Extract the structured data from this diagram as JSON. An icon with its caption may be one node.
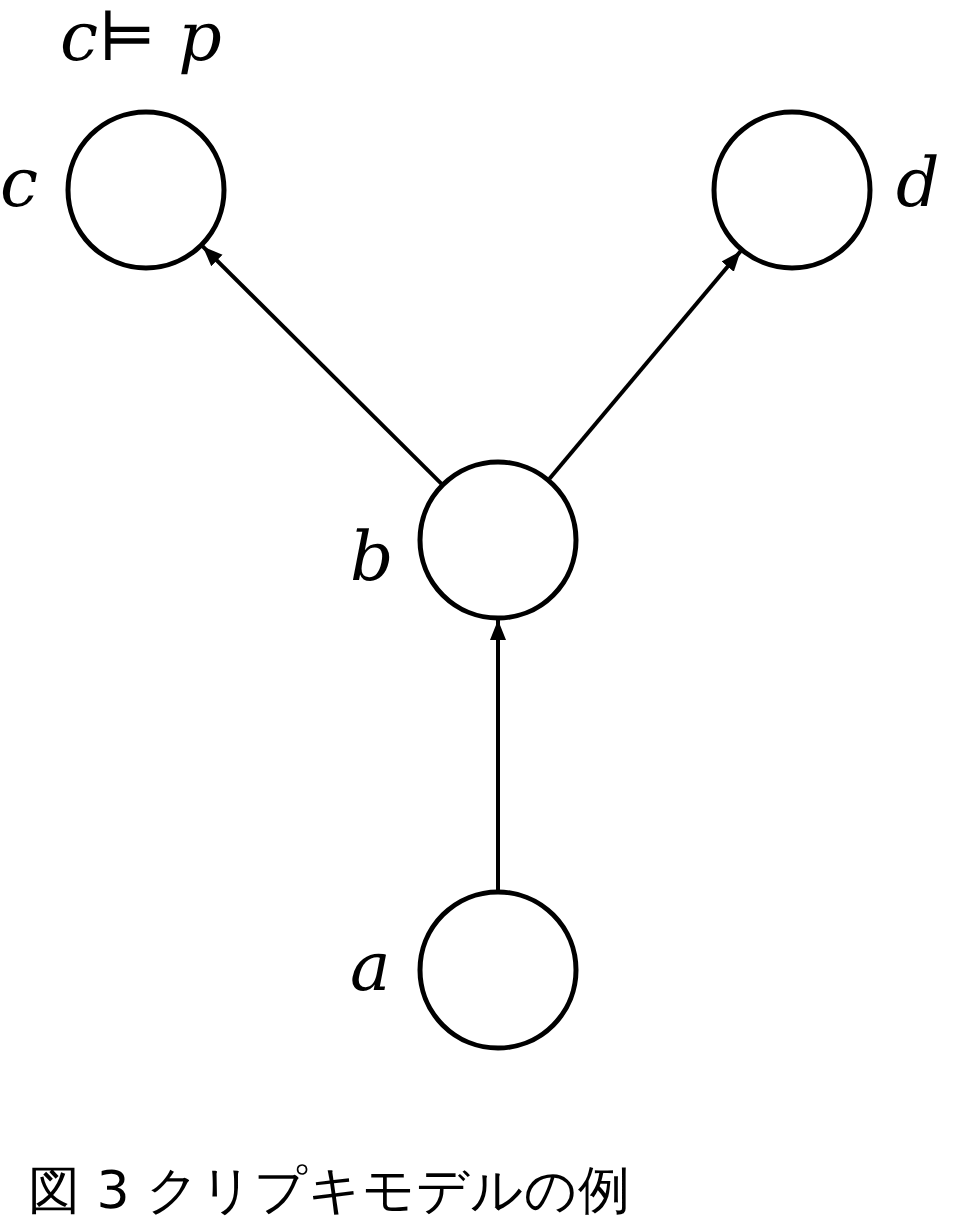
{
  "diagram": {
    "caption": "図 3 クリプキモデルの例",
    "nodes": [
      {
        "text": [],
        "shape": "circle",
        "beside": [
          "*c*⊨ *p*",
          "c"
        ]
      },
      {
        "text": [],
        "shape": "circle",
        "beside": [
          "d"
        ]
      },
      {
        "text": [],
        "shape": "circle",
        "beside": [
          "b"
        ]
      },
      {
        "text": [],
        "shape": "circle",
        "beside": [
          "a"
        ]
      }
    ],
    "edges": [
      {
        "from": 2,
        "to": 0,
        "arrow": "to"
      },
      {
        "from": 2,
        "to": 1,
        "arrow": "to"
      },
      {
        "from": 3,
        "to": 2,
        "arrow": "to"
      }
    ]
  }
}
